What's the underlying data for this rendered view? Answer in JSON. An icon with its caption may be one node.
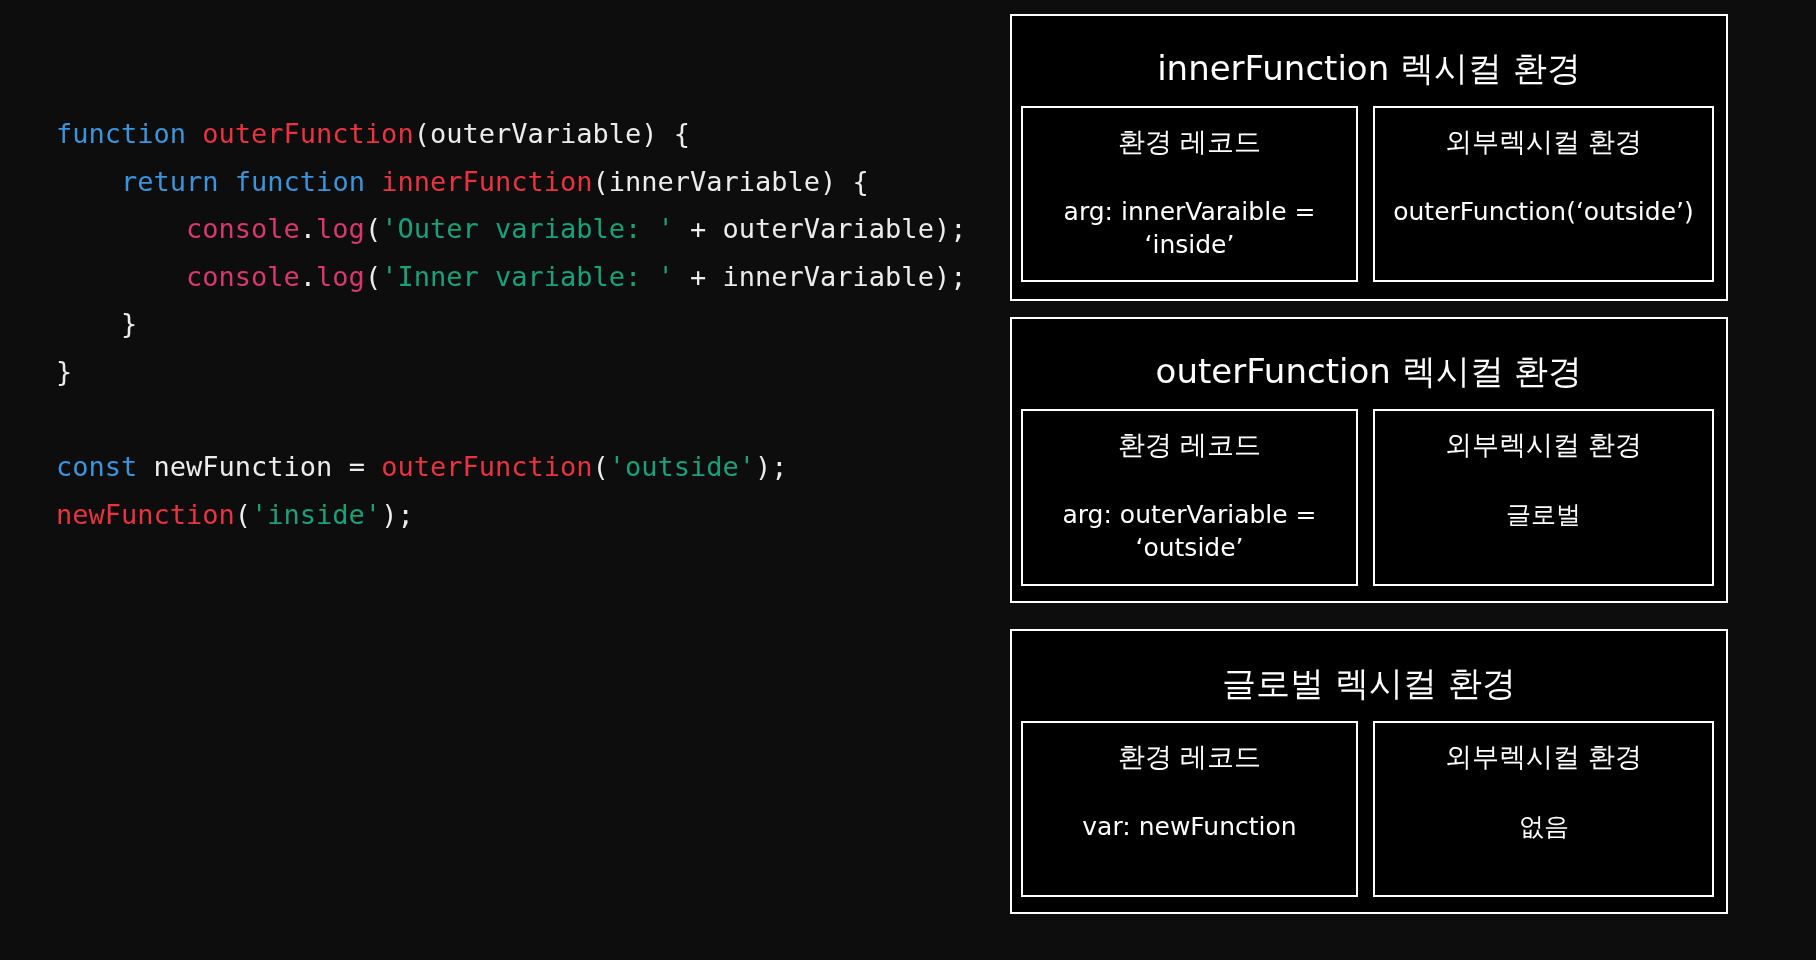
{
  "diagram": {
    "nodes": [
      {
        "text": [
          "innerFunction 렉시컬 환경"
        ]
      },
      {
        "text": [
          "환경 레코드",
          "arg: innerVaraible = ‘inside’"
        ],
        "in": 0
      },
      {
        "text": [
          "외부렉시컬 환경",
          "outerFunction(‘outside’)"
        ],
        "in": 0
      },
      {
        "text": [
          "outerFunction 렉시컬 환경"
        ]
      },
      {
        "text": [
          "환경 레코드",
          "arg: outerVariable = ‘outside’"
        ],
        "in": 3
      },
      {
        "text": [
          "외부렉시컬 환경",
          "글로벌"
        ],
        "in": 3
      },
      {
        "text": [
          "글로벌 렉시컬 환경"
        ]
      },
      {
        "text": [
          "환경 레코드",
          "var: newFunction"
        ],
        "in": 6
      },
      {
        "text": [
          "외부렉시컬 환경",
          "없음"
        ],
        "in": 6
      }
    ],
    "labels": [
      "function outerFunction(outerVariable) {",
      "    return function innerFunction(innerVariable) {",
      "        console.log('Outer variable: ' + outerVariable);",
      "        console.log('Inner variable: ' + innerVariable);",
      "    }",
      "}",
      "const newFunction = outerFunction('outside');",
      "newFunction('inside');"
    ]
  }
}
